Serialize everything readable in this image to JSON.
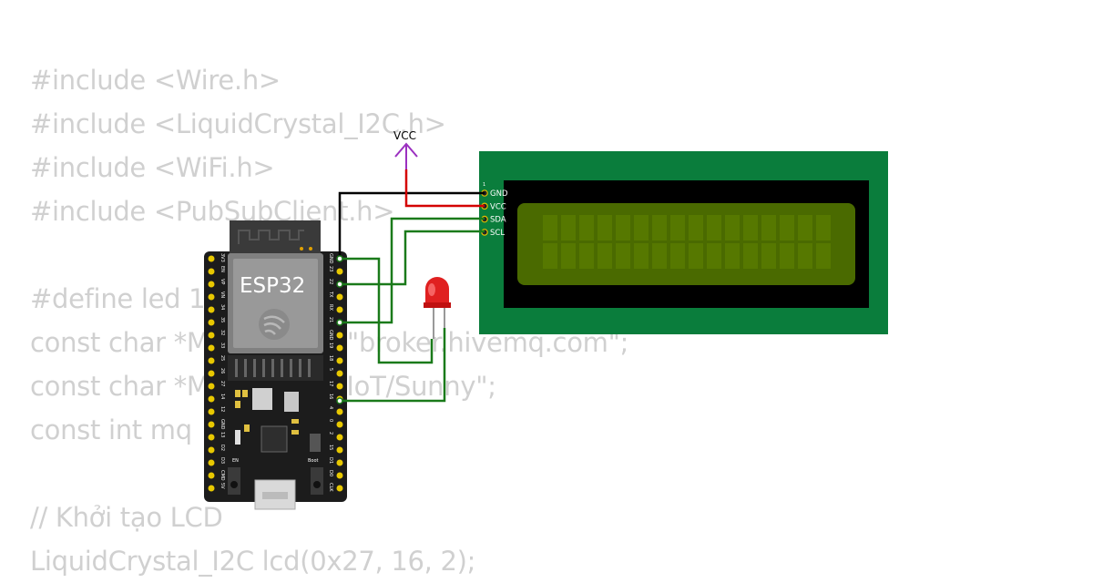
{
  "code_lines": [
    "#include <Wire.h>",
    "#include <LiquidCrystal_I2C.h>",
    "#include <WiFi.h>",
    "#include <PubSubClient.h>",
    "",
    "#define led 1",
    "const char *M         er = \"broker.hivemq.com\";",
    "const char *M         c = \"IoT/Sunny\";",
    "const int mq          83;",
    "",
    "// Khởi tạo LCD",
    "LiquidCrystal_I2C lcd(0x27, 16, 2);"
  ],
  "vcc_label": "VCC",
  "esp32": {
    "label": "ESP32",
    "en_label": "EN",
    "boot_label": "Boot",
    "left_pins": [
      "3V3",
      "EN",
      "VP",
      "VN",
      "34",
      "35",
      "32",
      "33",
      "25",
      "26",
      "27",
      "14",
      "12",
      "GND",
      "13",
      "D2",
      "D3",
      "CMD",
      "5V"
    ],
    "right_pins": [
      "GND",
      "23",
      "22",
      "TX",
      "RX",
      "21",
      "GND",
      "19",
      "18",
      "5",
      "17",
      "16",
      "4",
      "0",
      "2",
      "15",
      "D1",
      "D0",
      "CLK"
    ]
  },
  "lcd": {
    "pin1_label": "1",
    "pins": [
      "GND",
      "VCC",
      "SDA",
      "SCL"
    ]
  },
  "colors": {
    "wire_black": "#000000",
    "wire_red": "#d40000",
    "wire_green": "#1a7a1a",
    "vcc_arrow": "#9b30c0",
    "lcd_board": "#0a7d3c",
    "lcd_screen": "#4a6a00",
    "led_red": "#e02020"
  }
}
